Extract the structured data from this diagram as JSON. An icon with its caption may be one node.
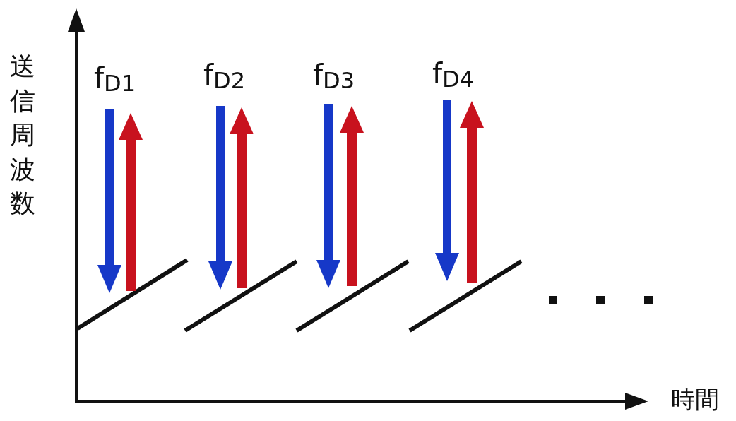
{
  "diagram": {
    "labels": [
      "送信周波数",
      "f$_{D1}$",
      "f$_{D2}$",
      "f$_{D3}$",
      "f$_{D4}$",
      "時間"
    ]
  }
}
